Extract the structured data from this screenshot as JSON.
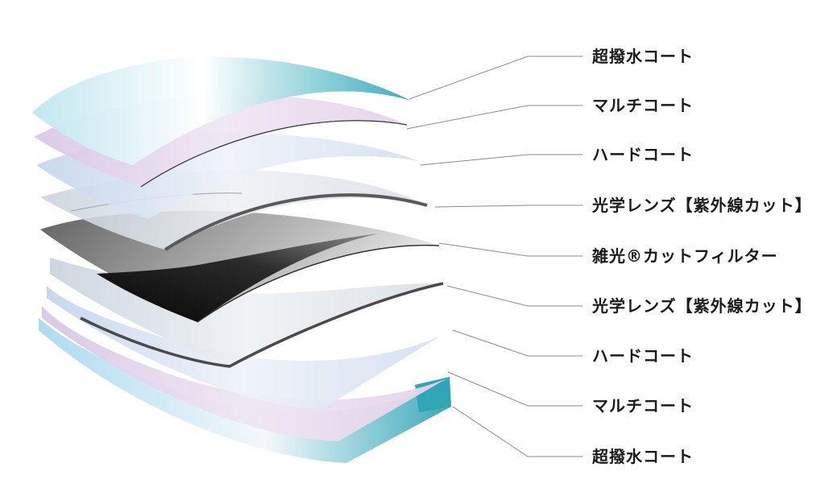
{
  "diagram": {
    "layers": [
      {
        "name": "超撥水コート"
      },
      {
        "name": "マルチコート"
      },
      {
        "name": "ハードコート"
      },
      {
        "name": "光学レンズ【紫外線カット】"
      },
      {
        "name": "雑光®カットフィルター"
      },
      {
        "name": "光学レンズ【紫外線カット】"
      },
      {
        "name": "ハードコート"
      },
      {
        "name": "マルチコート"
      },
      {
        "name": "超撥水コート"
      }
    ],
    "colors": {
      "water_coat": "#3fb3c2",
      "multi_coat": "#d8c4e2",
      "hard_coat": "#c9d6ee",
      "lens_edge": "#444444",
      "filter_dark": "#101010",
      "leader_line": "#8a8a8a"
    }
  }
}
